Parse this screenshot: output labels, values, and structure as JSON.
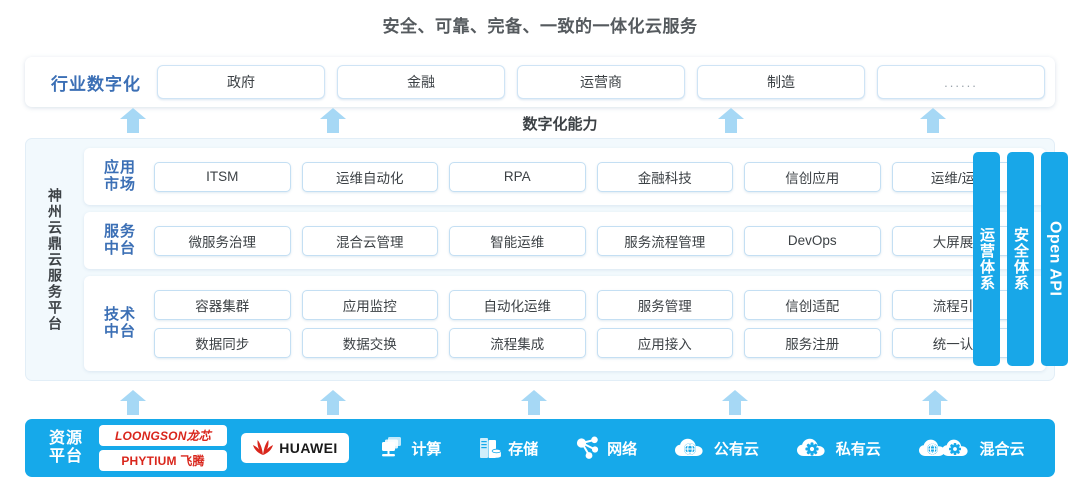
{
  "title": "安全、可靠、完备、一致的一体化云服务",
  "industry": {
    "label": "行业数字化",
    "items": [
      "政府",
      "金融",
      "运营商",
      "制造",
      "......"
    ]
  },
  "capability_label": "数字化能力",
  "platform": {
    "label": "神州云鼎云服务平台",
    "rows": [
      {
        "label_line1": "应用",
        "label_line2": "市场",
        "lines": [
          [
            "ITSM",
            "运维自动化",
            "RPA",
            "金融科技",
            "信创应用",
            "运维/运营"
          ]
        ]
      },
      {
        "label_line1": "服务",
        "label_line2": "中台",
        "lines": [
          [
            "微服务治理",
            "混合云管理",
            "智能运维",
            "服务流程管理",
            "DevOps",
            "大屏展示"
          ]
        ]
      },
      {
        "label_line1": "技术",
        "label_line2": "中台",
        "lines": [
          [
            "容器集群",
            "应用监控",
            "自动化运维",
            "服务管理",
            "信创适配",
            "流程引擎"
          ],
          [
            "数据同步",
            "数据交换",
            "流程集成",
            "应用接入",
            "服务注册",
            "统一认证"
          ]
        ]
      }
    ],
    "side_bars": [
      {
        "text": "运营体系",
        "lang": "cn"
      },
      {
        "text": "安全体系",
        "lang": "cn"
      },
      {
        "text": "Open API",
        "lang": "en"
      }
    ]
  },
  "resource": {
    "label_line1": "资源",
    "label_line2": "平台",
    "logos": [
      {
        "name": "loongson",
        "text": "LOONGSON龙芯"
      },
      {
        "name": "phytium",
        "text": "PHYTIUM 飞腾"
      }
    ],
    "huawei": "HUAWEI",
    "items": [
      {
        "icon": "compute-icon",
        "label": "计算"
      },
      {
        "icon": "storage-icon",
        "label": "存储"
      },
      {
        "icon": "network-icon",
        "label": "网络"
      },
      {
        "icon": "public-cloud-icon",
        "label": "公有云"
      },
      {
        "icon": "private-cloud-icon",
        "label": "私有云"
      },
      {
        "icon": "hybrid-cloud-icon",
        "label": "混合云"
      }
    ]
  },
  "colors": {
    "accent_blue": "#16a9ea",
    "label_blue": "#3b6fb5",
    "arrow_blue": "#a6d8f5",
    "panel_bg": "#f2f9fd",
    "logo_red": "#d9261c"
  }
}
